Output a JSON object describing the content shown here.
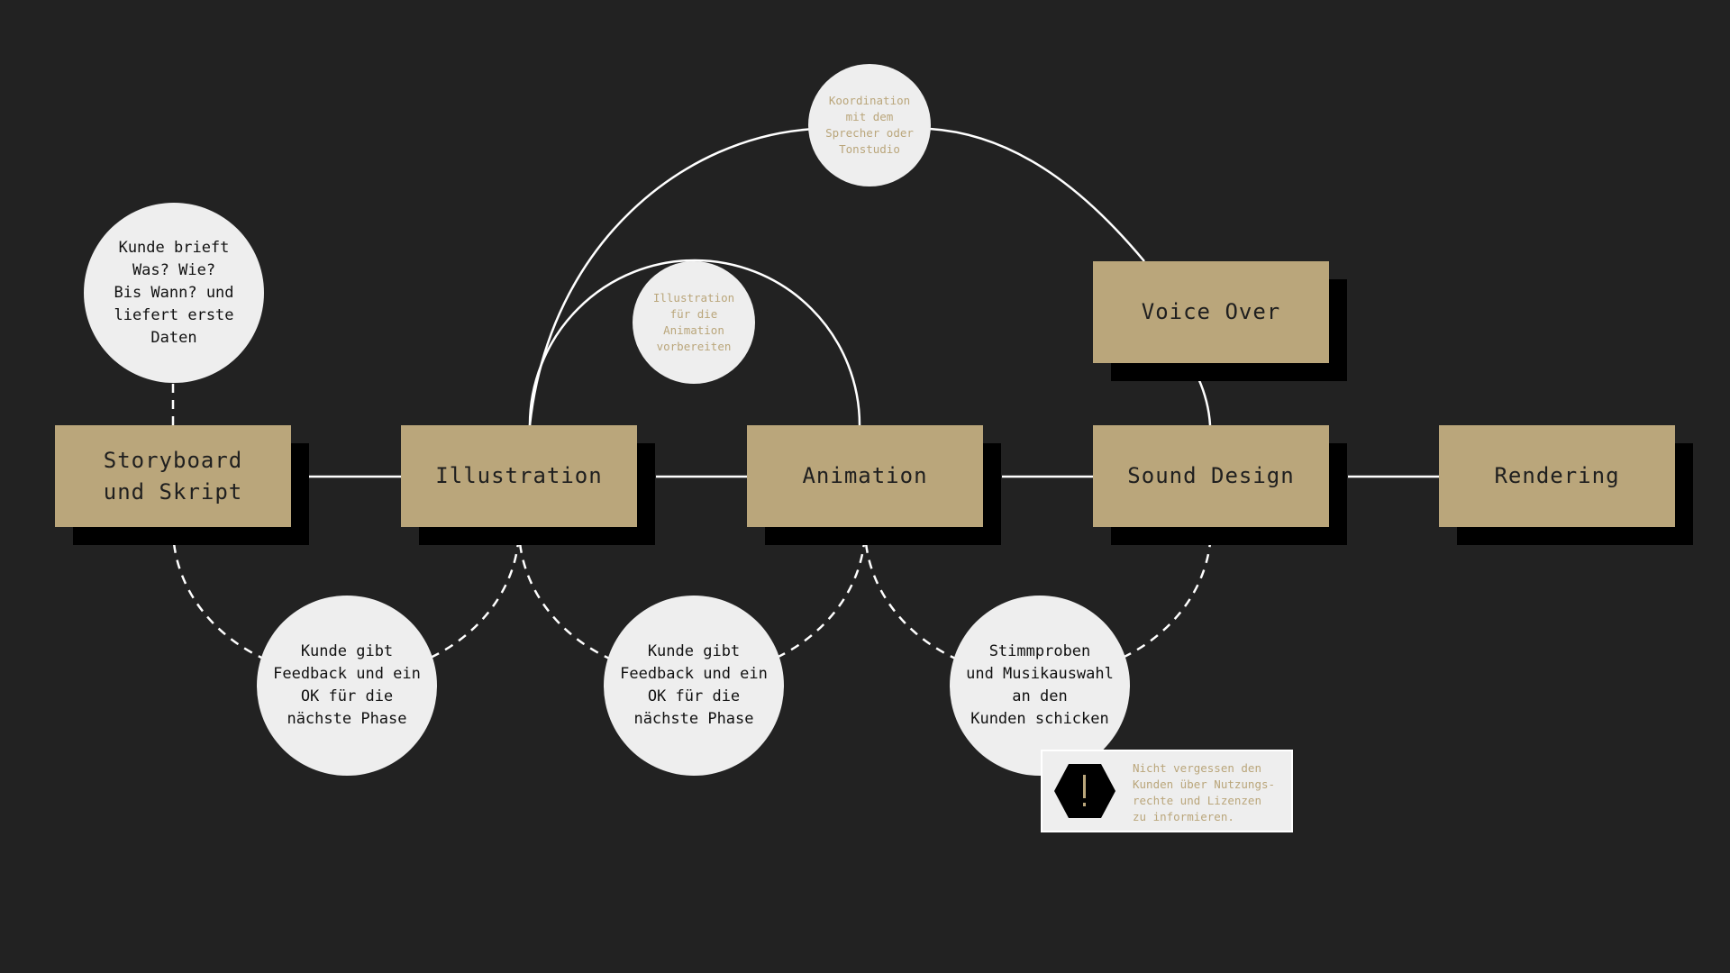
{
  "colors": {
    "background": "#222222",
    "box": "#BAA67B",
    "box_shadow": "#000000",
    "bubble": "#EEEEEE",
    "line": "#FFFFFF",
    "accent_text": "#BAA67B"
  },
  "steps": {
    "storyboard": "Storyboard\nund Skript",
    "illustration": "Illustration",
    "animation": "Animation",
    "sound_design": "Sound Design",
    "rendering": "Rendering",
    "voice_over": "Voice Over"
  },
  "bubbles": {
    "kunde_brieft": "Kunde brieft\nWas? Wie?\nBis Wann? und\nliefert erste\nDaten",
    "feedback_1": "Kunde gibt\nFeedback und ein\nOK für die\nnächste Phase",
    "feedback_2": "Kunde gibt\nFeedback und ein\nOK für die\nnächste Phase",
    "stimmproben": "Stimmproben\nund Musikauswahl\nan den\nKunden schicken",
    "koordination": "Koordination\nmit dem\nSprecher oder\nTonstudio",
    "illustration_vorbereiten": "Illustration\nfür die\nAnimation\nvorbereiten"
  },
  "note": {
    "icon": "exclamation-hexagon-icon",
    "text": "Nicht vergessen den\nKunden über Nutzungs-\nrechte und Lizenzen\nzu informieren."
  }
}
